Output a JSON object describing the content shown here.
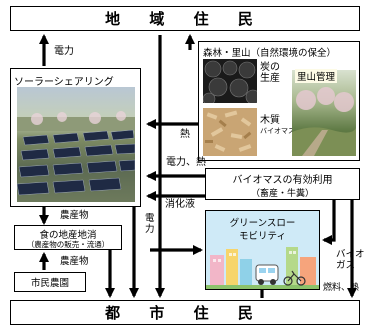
{
  "top_banner": "地 域 住 民",
  "bottom_banner": "都 市 住 民",
  "solar": {
    "title": "ソーラーシェアリング"
  },
  "forest": {
    "title": "森林・里山（自然環境の保全）",
    "charcoal": "炭の生産",
    "wood_biomass_1": "木質",
    "wood_biomass_2": "バイオマス",
    "satoyama": "里山管理"
  },
  "biomass": {
    "line1": "バイオマスの有効利用",
    "line2": "（畜産・牛糞）"
  },
  "food": {
    "line1": "食の地産地消",
    "line2": "（農産物の販売・流通）"
  },
  "farm": "市民農園",
  "mobility": {
    "line1": "グリーンスロー",
    "line2": "モビリティ"
  },
  "arrow_labels": {
    "electricity": "電力",
    "heat": "熱",
    "electricity_heat": "電力、熱",
    "digestate": "消化液",
    "produce_1": "農産物",
    "produce_2": "農産物",
    "electricity_vertical": "電力",
    "biogas": "バイオガス",
    "fuel_heat": "燃料、熱"
  },
  "colors": {
    "border": "#000000",
    "mobility_bg": "#cfeaf7",
    "satoyama_label_bg": "#fdfbe6"
  }
}
